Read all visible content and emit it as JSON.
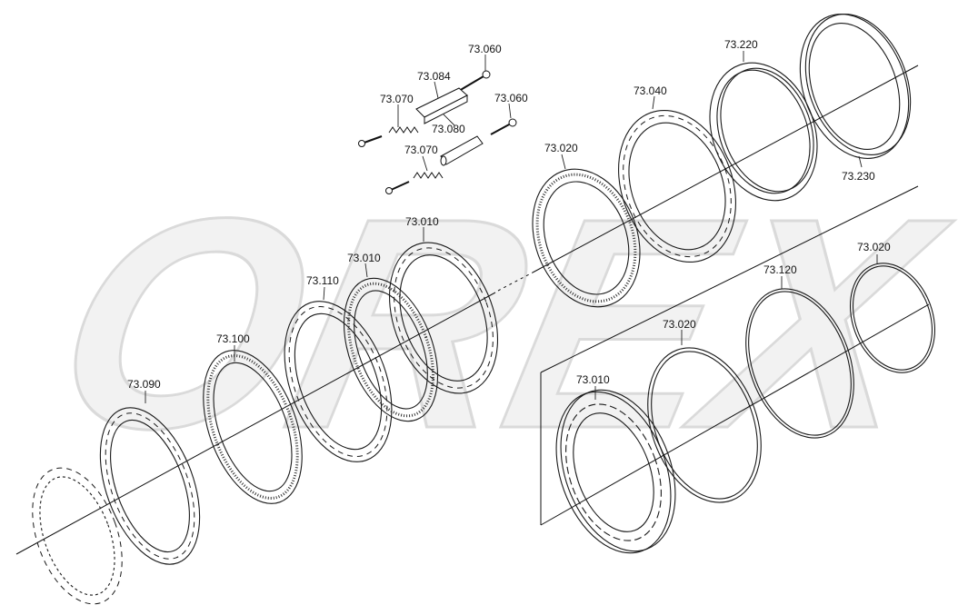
{
  "watermark": {
    "text": "OREX"
  },
  "corner_mark": "",
  "parts": [
    {
      "label": "73.060"
    },
    {
      "label": "73.084"
    },
    {
      "label": "73.070"
    },
    {
      "label": "73.060"
    },
    {
      "label": "73.080"
    },
    {
      "label": "73.070"
    },
    {
      "label": "73.220"
    },
    {
      "label": "73.040"
    },
    {
      "label": "73.020"
    },
    {
      "label": "73.230"
    },
    {
      "label": "73.010"
    },
    {
      "label": "73.020"
    },
    {
      "label": "73.010"
    },
    {
      "label": "73.120"
    },
    {
      "label": "73.110"
    },
    {
      "label": "73.020"
    },
    {
      "label": "73.100"
    },
    {
      "label": "73.010"
    },
    {
      "label": "73.090"
    }
  ]
}
